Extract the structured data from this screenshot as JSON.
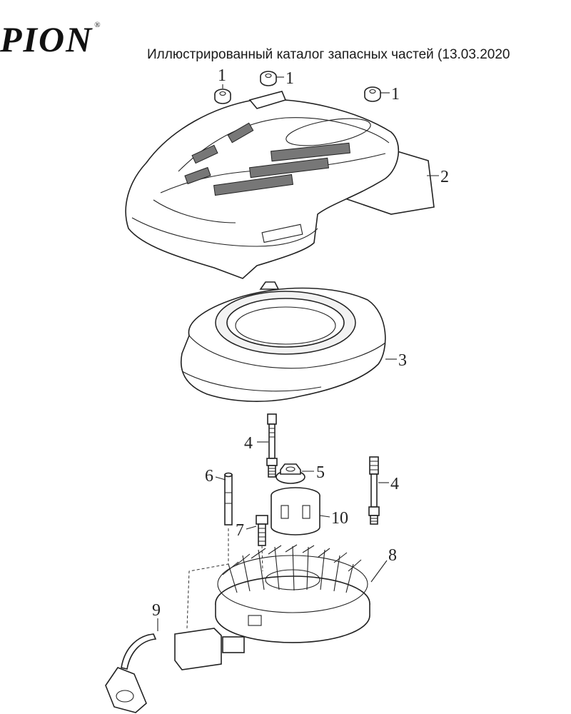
{
  "header": {
    "brand_logo": "PION",
    "registered_mark": "®",
    "catalog_title": "Иллюстрированный каталог запасных частей (13.03.2020"
  },
  "callouts": [
    {
      "id": "c1a",
      "label": "1"
    },
    {
      "id": "c1b",
      "label": "1"
    },
    {
      "id": "c1c",
      "label": "1"
    },
    {
      "id": "c2",
      "label": "2"
    },
    {
      "id": "c3",
      "label": "3"
    },
    {
      "id": "c4a",
      "label": "4"
    },
    {
      "id": "c4b",
      "label": "4"
    },
    {
      "id": "c5",
      "label": "5"
    },
    {
      "id": "c6",
      "label": "6"
    },
    {
      "id": "c7",
      "label": "7"
    },
    {
      "id": "c8",
      "label": "8"
    },
    {
      "id": "c9",
      "label": "9"
    },
    {
      "id": "c10",
      "label": "10"
    }
  ]
}
